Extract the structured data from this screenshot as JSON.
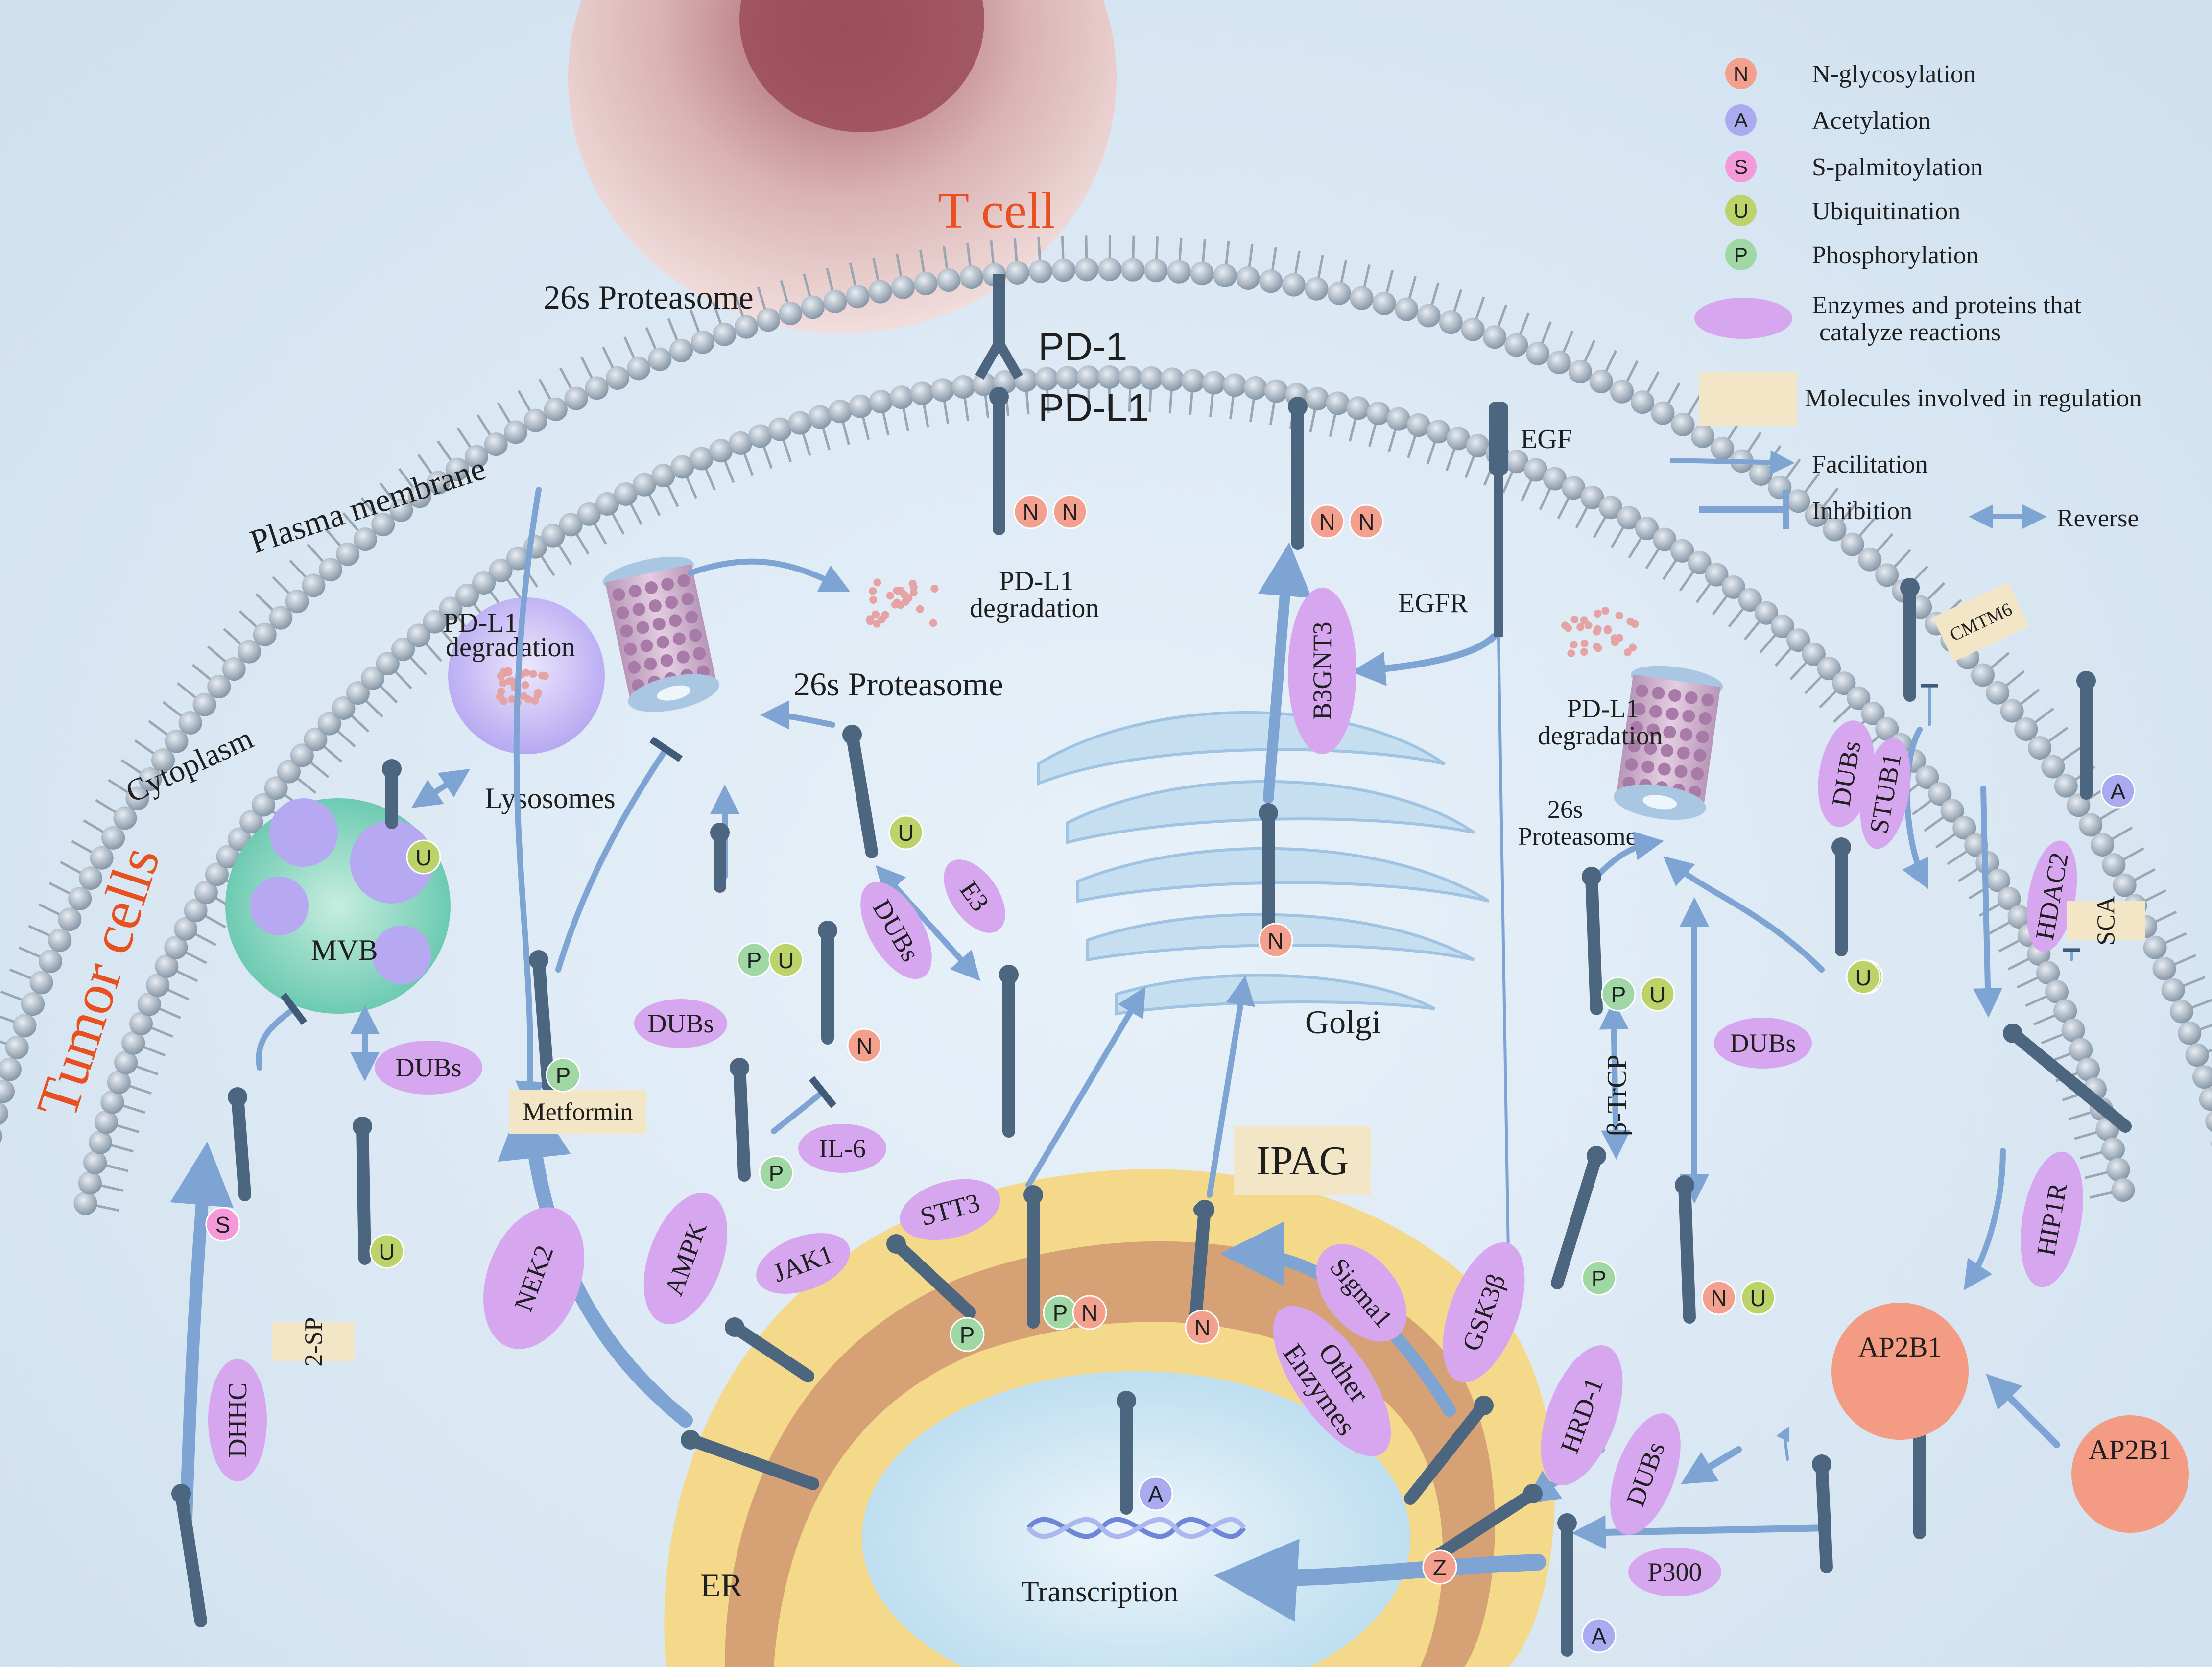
{
  "colors": {
    "accent_red": "#e8511f",
    "arrow": "#7ea4d4",
    "protein": "#4d6680",
    "enzyme": "#d6a6ef",
    "reg_box": "#f3e6c6",
    "n_glyco": "#f3a08f",
    "acetyl": "#aaaaf0",
    "palmitoyl": "#f49ad8",
    "ubiq": "#bcd36a",
    "phospho": "#9fd8a4"
  },
  "labels": {
    "t_cell": "T cell",
    "tumor_cells": "Tumor cells",
    "plasma_membrane": "Plasma membrane",
    "cytoplasm": "Cytoplasm",
    "proteasome_top": "26s Proteasome",
    "pd1": "PD-1",
    "pdl1": "PD-L1",
    "pdl1_degradation": "PD-L1 degradation",
    "pdl1_line1": "PD-L1",
    "pdl1_line2": "degradation",
    "proteasome_mid": "26s Proteasome",
    "proteasome_right_1": "26s",
    "proteasome_right_2": "Proteasome",
    "lysosomes": "Lysosomes",
    "mvb": "MVB",
    "golgi": "Golgi",
    "er": "ER",
    "transcription": "Transcription",
    "egf": "EGF",
    "egfr": "EGFR",
    "btrcp": "β-TrCP"
  },
  "legend": [
    {
      "sym": "N",
      "label": "N-glycosylation",
      "color": "#f3a08f",
      "kind": "N"
    },
    {
      "sym": "A",
      "label": "Acetylation",
      "color": "#aaaaf0",
      "kind": "A"
    },
    {
      "sym": "S",
      "label": "S-palmitoylation",
      "color": "#f49ad8",
      "kind": "S"
    },
    {
      "sym": "U",
      "label": "Ubiquitination",
      "color": "#bcd36a",
      "kind": "U"
    },
    {
      "sym": "P",
      "label": "Phosphorylation",
      "color": "#9fd8a4",
      "kind": "P"
    },
    {
      "sym": "",
      "label": "Enzymes and proteins that catalyze reactions",
      "line1": "Enzymes and proteins that",
      "line2": "catalyze reactions",
      "kind": "enzyme"
    },
    {
      "sym": "",
      "label": "Molecules involved in regulation",
      "kind": "box"
    },
    {
      "sym": "",
      "label": "Facilitation",
      "kind": "arrow"
    },
    {
      "sym": "",
      "label": "Inhibition",
      "kind": "inhib"
    },
    {
      "sym": "",
      "label": "Reverse",
      "kind": "reverse"
    }
  ],
  "enzymes": {
    "dhhc": "DHHC",
    "dubs": "DUBs",
    "nek2": "NEK2",
    "ampk": "AMPK",
    "jak1": "JAK1",
    "il6": "IL-6",
    "stt3": "STT3",
    "e3": "E3",
    "b3gnt3": "B3GNT3",
    "sigma1": "Sigma1",
    "other_enzymes_1": "Other",
    "other_enzymes_2": "Enzymes",
    "gsk3b": "GSK3β",
    "hrd1": "HRD-1",
    "stub1": "STUB1",
    "hdac2": "HDAC2",
    "hip1r": "HIP1R",
    "p300": "P300",
    "ap2b1": "AP2B1"
  },
  "molecules": {
    "metformin": "Metformin",
    "ipag": "IPAG",
    "sp2": "2-SP",
    "sca": "SCA",
    "cmtm6": "CMTM6"
  },
  "marks": {
    "N": "N",
    "A": "A",
    "S": "S",
    "U": "U",
    "P": "P",
    "Z": "Z"
  }
}
